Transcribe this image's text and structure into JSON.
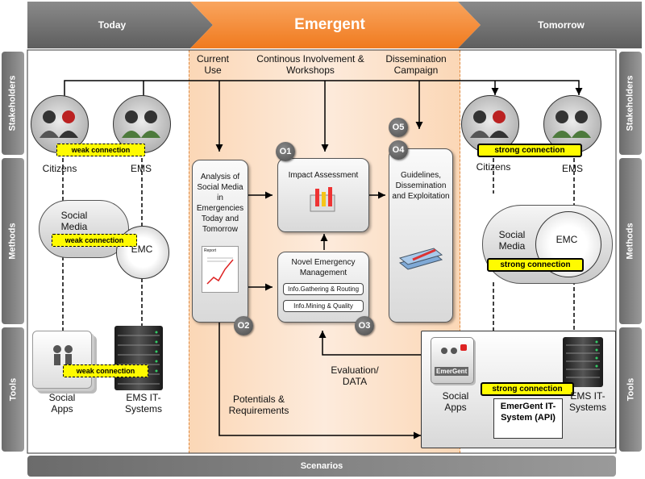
{
  "header": {
    "today": "Today",
    "emergent": "Emergent",
    "tomorrow": "Tomorrow"
  },
  "sidebars": {
    "stakeholders": "Stakeholders",
    "methods": "Methods",
    "tools": "Tools",
    "scenarios": "Scenarios"
  },
  "middle": {
    "current_use": "Current Use",
    "involvement": "Continous Involvement & Workshops",
    "dissemination_campaign": "Dissemination Campaign",
    "analysis": "Analysis of Social Media in Emergencies Today and Tomorrow",
    "report_word": "Report",
    "impact": "Impact Assessment",
    "guidelines": "Guidelines, Dissemination and Exploitation",
    "novel": "Novel Emergency Management",
    "info_gathering": "Info.Gathering & Routing",
    "info_mining": "Info.Mining & Quality",
    "evaluation": "Evaluation/ DATA",
    "potentials": "Potentials & Requirements",
    "objectives": {
      "o1": "O1",
      "o2": "O2",
      "o3": "O3",
      "o4": "O4",
      "o5": "O5"
    }
  },
  "left": {
    "citizens": "Citizens",
    "ems": "EMS",
    "social_media": "Social Media",
    "emc": "EMC",
    "social_apps": "Social Apps",
    "ems_it": "EMS IT- Systems",
    "weak_connection": "weak connection"
  },
  "right": {
    "citizens": "Citizens",
    "ems": "EMS",
    "social_media": "Social Media",
    "emc": "EMC",
    "social_apps": "Social Apps",
    "ems_it": "EMS IT- Systems",
    "strong_connection": "strong connection",
    "emergent_logo": "EmerGent",
    "api": "EmerGent IT-System (API)"
  },
  "colors": {
    "orange": "#f5862a",
    "orange_bg": "#fde3cc",
    "gray": "#6f6f6f",
    "yellow": "#fffb00"
  }
}
